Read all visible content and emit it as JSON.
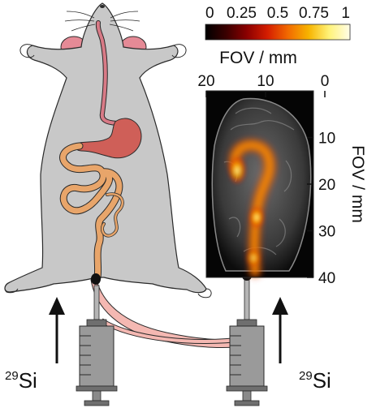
{
  "colorbar": {
    "ticks": [
      "0",
      "0.25",
      "0.5",
      "0.75",
      "1"
    ],
    "stops": [
      "#000000",
      "#3a0000",
      "#8b0000",
      "#d41d00",
      "#f26a00",
      "#f7b400",
      "#fff37a",
      "#fffde8"
    ]
  },
  "mri": {
    "x_axis": {
      "title": "FOV / mm",
      "ticks": [
        "20",
        "10",
        "0"
      ]
    },
    "y_axis": {
      "title": "FOV / mm",
      "ticks": [
        "10",
        "20",
        "30",
        "40"
      ]
    }
  },
  "injection": {
    "left": {
      "isotope_mass": "29",
      "element": "Si"
    },
    "right": {
      "isotope_mass": "29",
      "element": "Si"
    }
  },
  "colors": {
    "body": "#c8c8c8",
    "outline": "#2a2a2a",
    "ear": "#e58a96",
    "esophagus": "#d87a86",
    "stomach": "#cf5f58",
    "intestine": "#e8a56a",
    "syringe": "#9a9a9a",
    "tube": "#f4b8b2"
  }
}
